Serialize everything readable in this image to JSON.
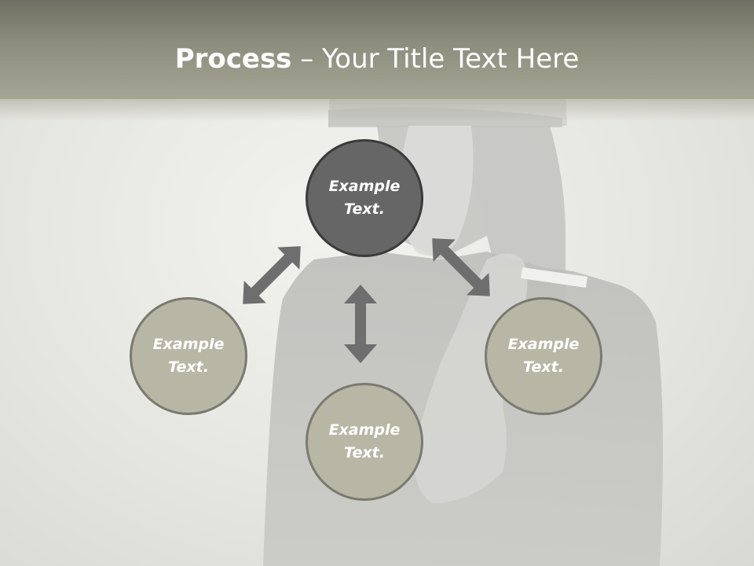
{
  "slide": {
    "title_bold": "Process",
    "title_rest": " – Your Title Text Here"
  },
  "diagram": {
    "nodes": {
      "top": {
        "line1": "Example",
        "line2": "Text."
      },
      "left": {
        "line1": "Example",
        "line2": "Text."
      },
      "bottom": {
        "line1": "Example",
        "line2": "Text."
      },
      "right": {
        "line1": "Example",
        "line2": "Text."
      }
    },
    "colors": {
      "center_fill": "#666666",
      "center_border": "#3a3a3a",
      "outer_fill": "#b8b7a6",
      "outer_border": "#7a7a70",
      "arrow": "#6e6e6e",
      "title_band": "#8e8e7f"
    }
  }
}
